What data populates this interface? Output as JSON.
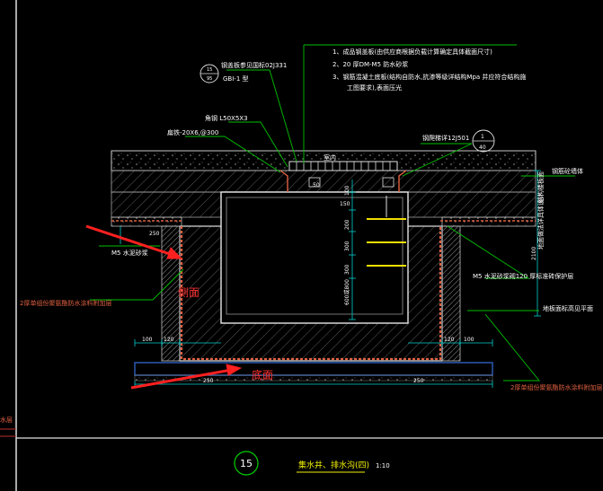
{
  "notes": {
    "line1": "1、成品钢盖板(由供应商根据负载计算确定具体截面尺寸)",
    "line2": "2、20 厚DM-M5  防水砂浆",
    "line3": "3、钢筋混凝土底板(结构自防水,抗渗等级详结构Mpa  并应符合结构施",
    "line4": "工图要求),表面压光"
  },
  "leaders": {
    "cover_ref": "钢盖板参见国标02J331",
    "cover_ref_circle_num": "15",
    "cover_ref_circle_sheet": "95",
    "cover_type": "GBI-1  型",
    "angle_steel": "角钢 L50X5X3",
    "flat_steel": "扁铁-20X6,@300",
    "ladder_ref": "钢爬梯详12J501",
    "ladder_circle_num": "1",
    "ladder_circle_sheet": "40",
    "upper_wall": "钢筋砼墙体",
    "waterproof_left": "2厚单组份聚氨酯防水涂料附加层",
    "waterproof_right": "2厚单组份聚氨酯防水涂料附加层",
    "mortar_right": "M5 水泥砂浆砌120  厚标准砖保护层",
    "fill_right": "地面做法详具体设计",
    "grade_right": "结构楼板面",
    "base_right": "地板面标高见平面",
    "indoor": "室内",
    "waterproof_mortar": "M5 水泥砂浆"
  },
  "dimensions": {
    "d_top_100": "100",
    "d_200": "200",
    "d_250a": "250",
    "d_300a": "300",
    "d_300b": "300",
    "d_300c": "300",
    "d_depth": "600或800",
    "d_left_100": "100",
    "d_left_120": "120",
    "d_right_120": "120",
    "d_right_100": "100",
    "d_bot_250": "250",
    "d_bot_250b": "250",
    "d_left_250": "250",
    "d_right_2100": "2100",
    "d_150": "150",
    "d_top_cover": "50"
  },
  "annotations": {
    "wall_side": "侧面",
    "bottom_face": "底面"
  },
  "title": {
    "num": "15",
    "text": "集水井、排水沟(四)",
    "scale": "1:10"
  },
  "misc": {
    "left_edge_text": "水层",
    "left_edge_mark": "—"
  },
  "colors": {
    "background": "#000000",
    "concrete_hatch": "#6f6f6f",
    "wall_outline": "#d9d9d9",
    "waterproof": "#e06040",
    "leader_green": "#00c000",
    "dim_cyan": "#00d0d0",
    "text_white": "#ffffff",
    "text_yellow": "#f0f000",
    "ladder_yellow": "#f0e000",
    "red_arrow": "#ff2020",
    "blue_slab": "#3060c0",
    "frame_white": "#e0e0e0"
  }
}
